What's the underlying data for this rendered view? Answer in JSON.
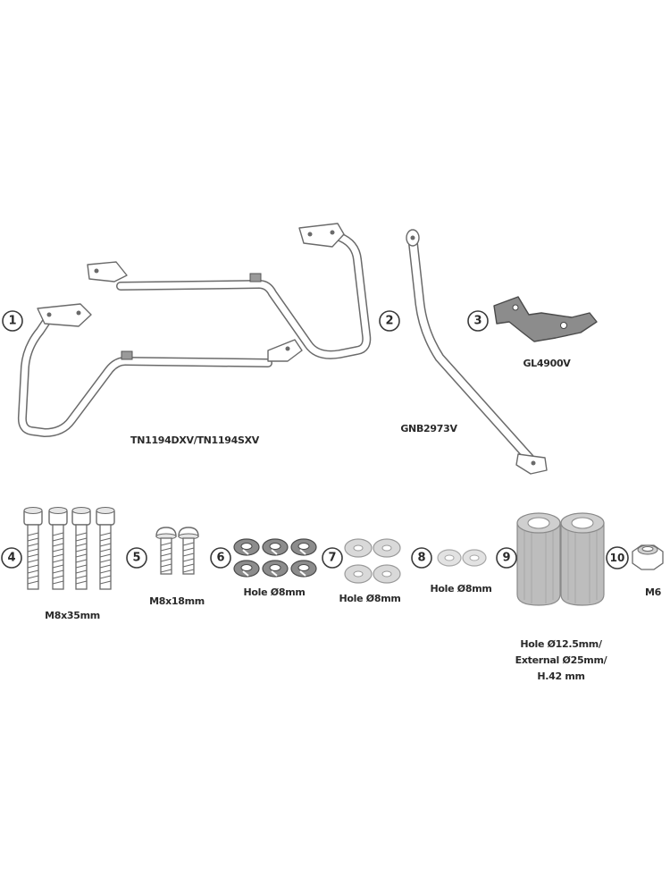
{
  "parts": [
    {
      "number": "1",
      "label": "TN1194DXV/TN1194SXV"
    },
    {
      "number": "2",
      "label": "GNB2973V"
    },
    {
      "number": "3",
      "label": "GL4900V"
    },
    {
      "number": "4",
      "label": "M8x35mm"
    },
    {
      "number": "5",
      "label": "M8x18mm"
    },
    {
      "number": "6",
      "label": "Hole Ø8mm"
    },
    {
      "number": "7",
      "label": "Hole Ø8mm"
    },
    {
      "number": "8",
      "label": "Hole Ø8mm"
    },
    {
      "number": "9",
      "label_lines": [
        "Hole Ø12.5mm/",
        "External Ø25mm/",
        "H.42 mm"
      ]
    },
    {
      "number": "10",
      "label": "M6"
    }
  ],
  "colors": {
    "outline": "#6a6a6a",
    "text": "#2a2a2a",
    "metal": "#c8c8c8",
    "bracket": "#8c8c8c",
    "spacer": "#bdbdbd"
  }
}
